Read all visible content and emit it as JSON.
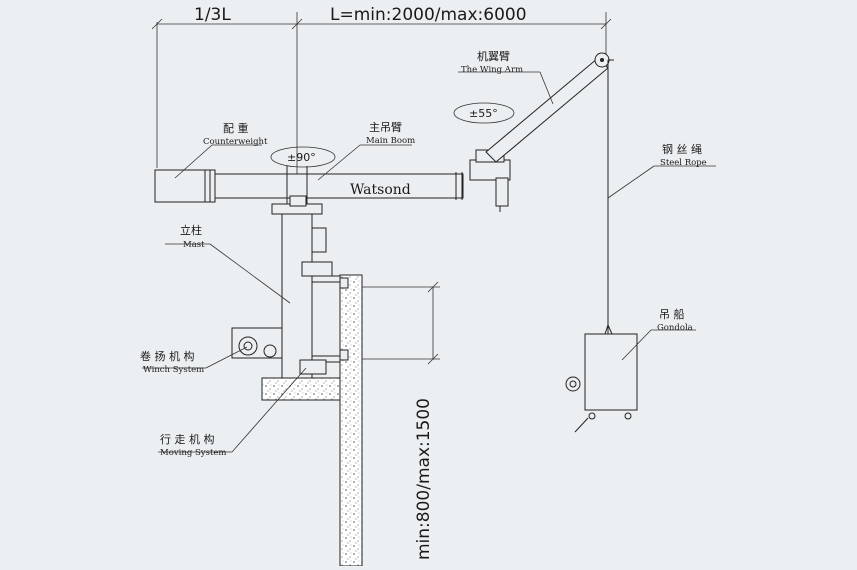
{
  "colors": {
    "background": "#ebeff2",
    "line": "#222222",
    "concrete": "#b9b9b9"
  },
  "dimensions": {
    "counter_length": "1/3L",
    "boom_length": "L=min:2000/max:6000",
    "height_range": "min:800/max:1500"
  },
  "angles": {
    "boom_rotation": "±90°",
    "wing_rotation": "±55°"
  },
  "brand": "Watsond",
  "labels": {
    "counterweight": {
      "cn": "配 重",
      "en": "Counterweight"
    },
    "main_boom": {
      "cn": "主吊臂",
      "en": "Main Boom"
    },
    "wing_arm": {
      "cn": "机翼臂",
      "en": "The Wing Arm"
    },
    "steel_rope": {
      "cn": "钢 丝 绳",
      "en": "Steel Rope"
    },
    "mast": {
      "cn": "立柱",
      "en": "Mast"
    },
    "gondola": {
      "cn": "吊 船",
      "en": "Gondola"
    },
    "winch_system": {
      "cn": "卷 扬 机 构",
      "en": "Winch System"
    },
    "moving_system": {
      "cn": "行 走 机 构",
      "en": "Moving System"
    }
  }
}
